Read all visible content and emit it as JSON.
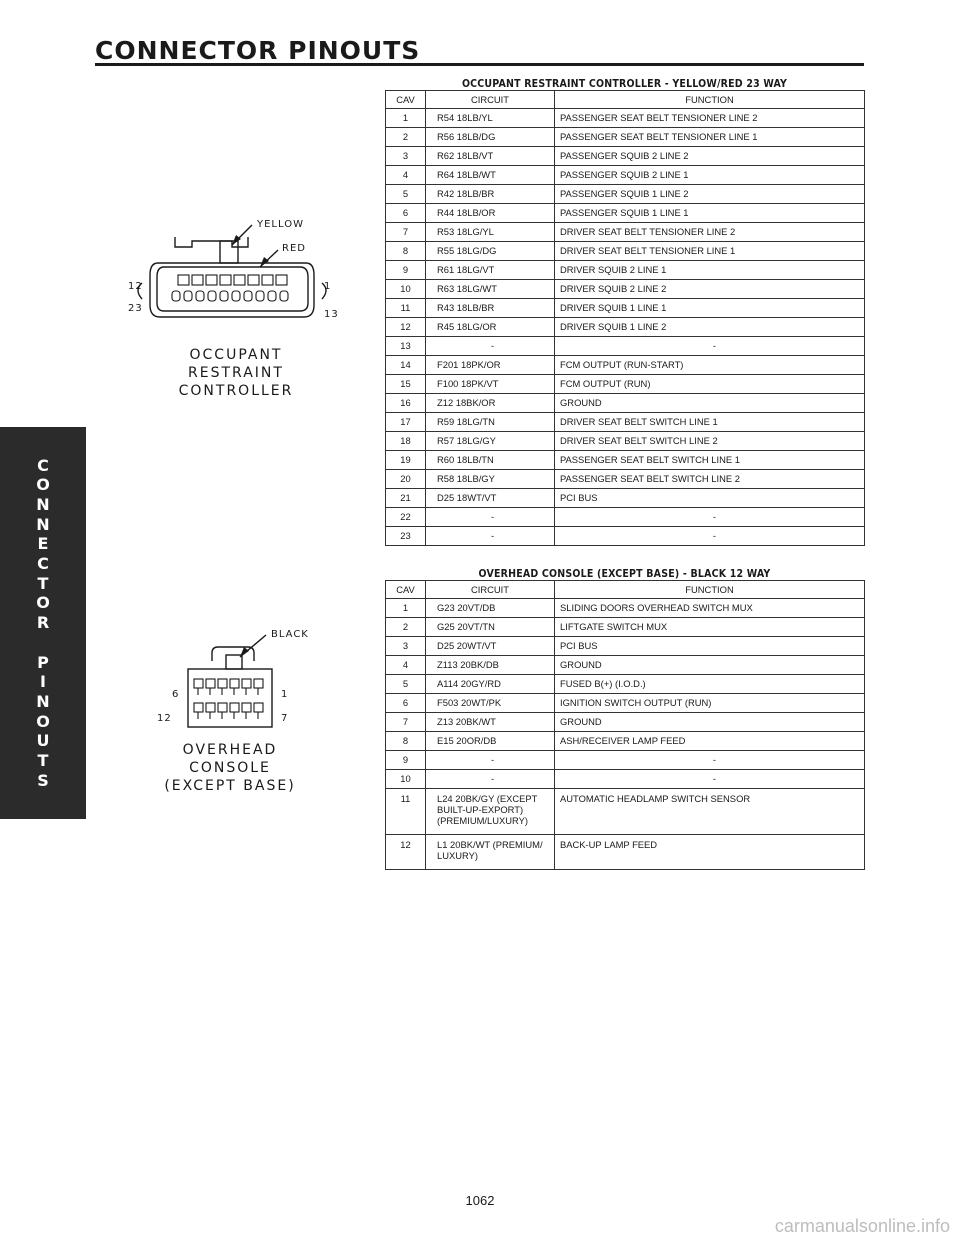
{
  "header": {
    "title": "CONNECTOR PINOUTS"
  },
  "side_tab": {
    "letters": [
      "C",
      "O",
      "N",
      "N",
      "E",
      "C",
      "T",
      "O",
      "R",
      " ",
      "P",
      "I",
      "N",
      "O",
      "U",
      "T",
      "S"
    ]
  },
  "diagram1": {
    "callouts": {
      "yellow": "YELLOW",
      "red": "RED"
    },
    "pins": {
      "top_left": "12",
      "top_right": "1",
      "bottom_left": "23",
      "bottom_right": "13"
    },
    "caption": [
      "OCCUPANT",
      "RESTRAINT",
      "CONTROLLER"
    ]
  },
  "diagram2": {
    "callouts": {
      "black": "BLACK"
    },
    "pins": {
      "top_left": "6",
      "top_right": "1",
      "bottom_left": "12",
      "bottom_right": "7"
    },
    "caption": [
      "OVERHEAD",
      "CONSOLE",
      "(EXCEPT BASE)"
    ]
  },
  "occupant_table": {
    "title": "OCCUPANT RESTRAINT CONTROLLER - YELLOW/RED 23 WAY",
    "headers": [
      "CAV",
      "CIRCUIT",
      "FUNCTION"
    ],
    "rows": [
      [
        "1",
        "R54 18LB/YL",
        "PASSENGER SEAT BELT TENSIONER LINE 2"
      ],
      [
        "2",
        "R56 18LB/DG",
        "PASSENGER SEAT BELT TENSIONER LINE 1"
      ],
      [
        "3",
        "R62 18LB/VT",
        "PASSENGER SQUIB 2 LINE 2"
      ],
      [
        "4",
        "R64 18LB/WT",
        "PASSENGER SQUIB 2 LINE 1"
      ],
      [
        "5",
        "R42 18LB/BR",
        "PASSENGER SQUIB 1 LINE 2"
      ],
      [
        "6",
        "R44 18LB/OR",
        "PASSENGER SQUIB 1 LINE 1"
      ],
      [
        "7",
        "R53 18LG/YL",
        "DRIVER SEAT BELT TENSIONER LINE 2"
      ],
      [
        "8",
        "R55 18LG/DG",
        "DRIVER SEAT BELT TENSIONER LINE 1"
      ],
      [
        "9",
        "R61 18LG/VT",
        "DRIVER SQUIB 2 LINE 1"
      ],
      [
        "10",
        "R63 18LG/WT",
        "DRIVER SQUIB 2 LINE 2"
      ],
      [
        "11",
        "R43 18LB/BR",
        "DRIVER SQUIB 1 LINE 1"
      ],
      [
        "12",
        "R45 18LG/OR",
        "DRIVER SQUIB 1 LINE 2"
      ],
      [
        "13",
        "-",
        "-"
      ],
      [
        "14",
        "F201 18PK/OR",
        "FCM OUTPUT (RUN-START)"
      ],
      [
        "15",
        "F100 18PK/VT",
        "FCM OUTPUT (RUN)"
      ],
      [
        "16",
        "Z12 18BK/OR",
        "GROUND"
      ],
      [
        "17",
        "R59 18LG/TN",
        "DRIVER SEAT BELT SWITCH LINE 1"
      ],
      [
        "18",
        "R57 18LG/GY",
        "DRIVER SEAT BELT SWITCH LINE 2"
      ],
      [
        "19",
        "R60 18LB/TN",
        "PASSENGER SEAT BELT SWITCH LINE 1"
      ],
      [
        "20",
        "R58 18LB/GY",
        "PASSENGER SEAT BELT SWITCH LINE 2"
      ],
      [
        "21",
        "D25 18WT/VT",
        "PCI BUS"
      ],
      [
        "22",
        "-",
        "-"
      ],
      [
        "23",
        "-",
        "-"
      ]
    ]
  },
  "overhead_table": {
    "title": "OVERHEAD CONSOLE (EXCEPT BASE) - BLACK 12 WAY",
    "headers": [
      "CAV",
      "CIRCUIT",
      "FUNCTION"
    ],
    "rows": [
      [
        "1",
        "G23 20VT/DB",
        "SLIDING DOORS OVERHEAD SWITCH MUX"
      ],
      [
        "2",
        "G25 20VT/TN",
        "LIFTGATE SWITCH MUX"
      ],
      [
        "3",
        "D25 20WT/VT",
        "PCI BUS"
      ],
      [
        "4",
        "Z113 20BK/DB",
        "GROUND"
      ],
      [
        "5",
        "A114 20GY/RD",
        "FUSED B(+) (I.O.D.)"
      ],
      [
        "6",
        "F503 20WT/PK",
        "IGNITION SWITCH OUTPUT (RUN)"
      ],
      [
        "7",
        "Z13 20BK/WT",
        "GROUND"
      ],
      [
        "8",
        "E15 20OR/DB",
        "ASH/RECEIVER LAMP FEED"
      ],
      [
        "9",
        "-",
        "-"
      ],
      [
        "10",
        "-",
        "-"
      ],
      [
        "11",
        "L24 20BK/GY (EXCEPT BUILT-UP-EXPORT) (PREMIUM/LUXURY)",
        "AUTOMATIC HEADLAMP SWITCH SENSOR"
      ],
      [
        "12",
        "L1 20BK/WT (PREMIUM/ LUXURY)",
        "BACK-UP LAMP FEED"
      ]
    ],
    "multiline_circuits": {
      "11": [
        "L24 20BK/GY (EXCEPT",
        "BUILT-UP-EXPORT)",
        "(PREMIUM/LUXURY)"
      ],
      "12": [
        "L1 20BK/WT (PREMIUM/",
        "LUXURY)"
      ]
    }
  },
  "footer": {
    "page_number": "1062",
    "watermark": "carmanualsonline.info"
  }
}
